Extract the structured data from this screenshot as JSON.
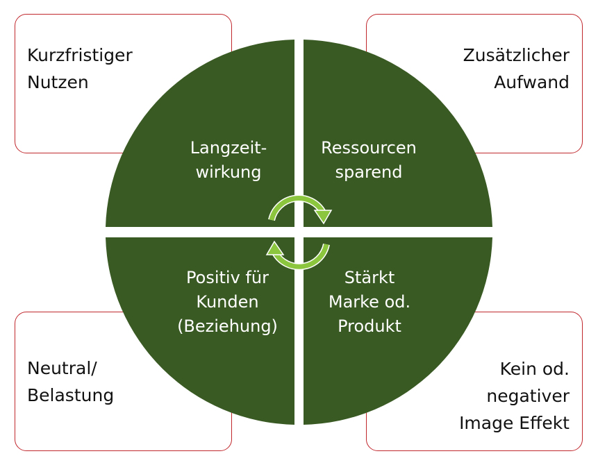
{
  "corners": {
    "top_left": [
      "Kurzfristiger",
      "Nutzen"
    ],
    "top_right": [
      "Zusätzlicher",
      "Aufwand"
    ],
    "bottom_left": [
      "Neutral/",
      "Belastung"
    ],
    "bottom_right": [
      "Kein od.",
      "negativer",
      "Image Effekt"
    ]
  },
  "quadrants": {
    "top_left": [
      "Langzeit-",
      "wirkung"
    ],
    "top_right": [
      "Ressourcen",
      "sparend"
    ],
    "bottom_left": [
      "Positiv für",
      "Kunden",
      "(Beziehung)"
    ],
    "bottom_right": [
      "Stärkt",
      "Marke od.",
      "Produkt"
    ]
  },
  "colors": {
    "box_border": "#c0272d",
    "quadrant_fill": "#3a5a24",
    "arrow_fill": "#8cc63f",
    "quadrant_text": "#ffffff"
  },
  "icons": [
    "cycle-arrow-icon-top",
    "cycle-arrow-icon-bottom"
  ]
}
